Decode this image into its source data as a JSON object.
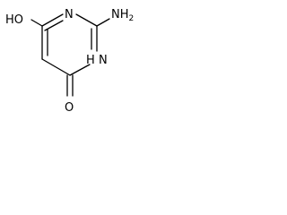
{
  "molecule": {
    "labels": {
      "hydroxyl": "HO",
      "amino_top": "NH",
      "amino_sub": "2",
      "ring_n_top": "N",
      "ring_nh_n": "N",
      "ring_nh_h": "H",
      "carbonyl_o": "O"
    },
    "colors": {
      "line": "#000000",
      "text": "#000000",
      "background": "#ffffff"
    }
  }
}
